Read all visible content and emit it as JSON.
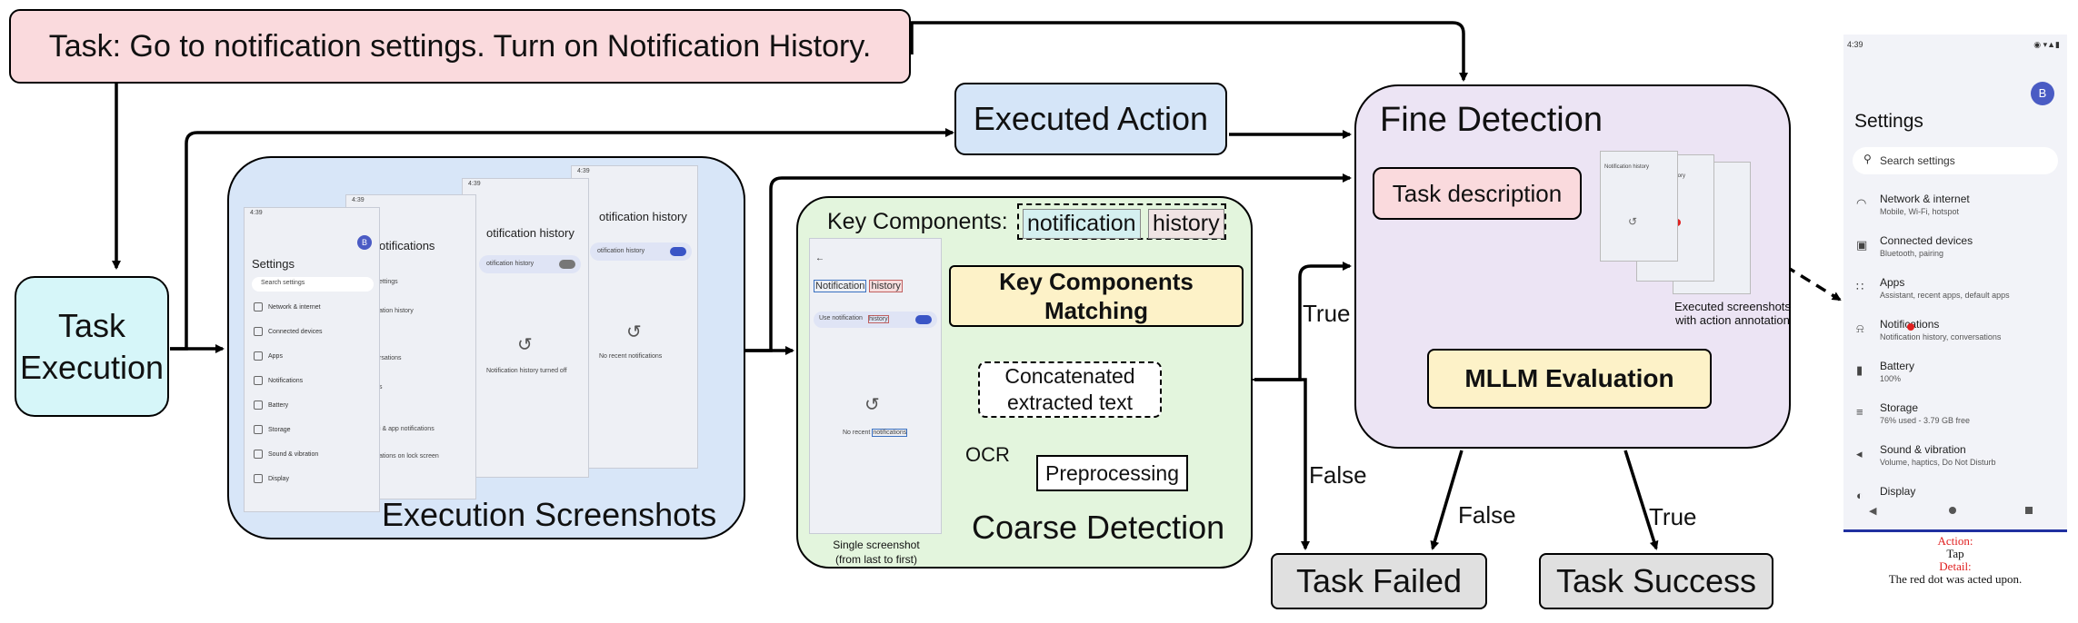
{
  "task": "Task: Go to notification settings. Turn on Notification History.",
  "task_execution": [
    "Task",
    "Execution"
  ],
  "executed_action": "Executed Action",
  "execution_screenshots": "Execution Screenshots",
  "coarse": {
    "title": "Coarse Detection",
    "key_components_label": "Key Components:",
    "kc_word1": "notification",
    "kc_word2": "history",
    "matching": [
      "Key Components",
      "Matching"
    ],
    "concat": [
      "Concatenated",
      "extracted text"
    ],
    "ocr": "OCR",
    "preprocessing": "Preprocessing",
    "single_screenshot": [
      "Single screenshot",
      "(from last to first)"
    ]
  },
  "fine": {
    "title": "Fine Detection",
    "task_description": "Task description",
    "mllm": "MLLM Evaluation",
    "annotation": [
      "Executed screenshots",
      "with action annotation"
    ]
  },
  "edges": {
    "true1": "True",
    "false1": "False",
    "false2": "False",
    "true2": "True"
  },
  "outcomes": {
    "failed": "Task Failed",
    "success": "Task Success"
  },
  "phone_settings": {
    "time": "4:39",
    "avatar": "B",
    "title": "Settings",
    "search": "Search settings",
    "items": [
      {
        "title": "Network & internet",
        "sub": "Mobile, Wi-Fi, hotspot",
        "icon": "wifi-icon"
      },
      {
        "title": "Connected devices",
        "sub": "Bluetooth, pairing",
        "icon": "devices-icon"
      },
      {
        "title": "Apps",
        "sub": "Assistant, recent apps, default apps",
        "icon": "apps-grid-icon"
      },
      {
        "title": "Notifications",
        "sub": "Notification history, conversations",
        "icon": "bell-icon"
      },
      {
        "title": "Battery",
        "sub": "100%",
        "icon": "battery-icon"
      },
      {
        "title": "Storage",
        "sub": "76% used - 3.79 GB free",
        "icon": "storage-icon"
      },
      {
        "title": "Sound & vibration",
        "sub": "Volume, haptics, Do Not Disturb",
        "icon": "volume-icon"
      },
      {
        "title": "Display",
        "sub": "",
        "icon": "display-icon"
      }
    ]
  },
  "action_note": {
    "action_label": "Action:",
    "action_value": "Tap",
    "detail_label": "Detail:",
    "detail_value": "The red dot was acted upon."
  },
  "mini_phones": {
    "notif_title": "otifications",
    "notif_history_title": "otification history",
    "notif_history_title2": "otification history",
    "toggle_label": "otification history",
    "toggle_label2": "otification history",
    "turned_off": "Notification history turned off",
    "no_recent": "No recent notifications",
    "settings_items": [
      "Network & internet",
      "Connected devices",
      "Apps",
      "Notifications",
      "Battery",
      "Storage",
      "Sound & vibration",
      "Display"
    ],
    "notif_items": [
      "ettings",
      "ation history",
      "rsations",
      "s",
      "i & app notifications",
      "ations on lock screen"
    ],
    "single_title1": "Notification",
    "single_title2": "history",
    "single_use": "Use notification",
    "single_use2": "history",
    "single_no_recent": "No recent",
    "single_no_recent2": "notifications"
  },
  "colors": {
    "task_fill": "#fadadd",
    "exec_fill": "#d6f6f9",
    "action_fill": "#d5e5f8",
    "screens_fill": "#d8e6f8",
    "coarse_fill": "#e3f5dd",
    "fine_fill": "#ece4f4",
    "matching_fill": "#fdf2c8",
    "outcome_fill": "#e0e0e0",
    "highlight_blue": "#2b6cb0",
    "red": "#e02020"
  }
}
